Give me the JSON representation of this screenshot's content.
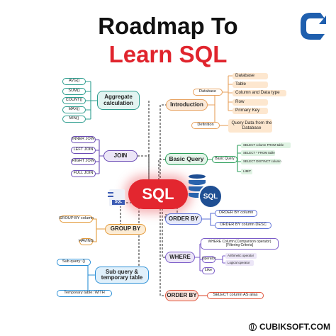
{
  "title": {
    "line1": "Roadmap To",
    "line2": "Learn SQL"
  },
  "center": {
    "label": "SQL",
    "db_icon_label": "SQL",
    "doc_icon_label": "SQL"
  },
  "footer": {
    "text": "CUBIKSOFT.COM"
  },
  "logo": {
    "name": "cubiksoft-logo",
    "color": "#1f5fae"
  },
  "colors": {
    "aggregate": "#2e9e8f",
    "introduction": "#e7a15e",
    "join": "#6a4bb5",
    "basic_query": "#2b9e5a",
    "group_by": "#e39a3a",
    "order_by": "#5b6fd6",
    "where": "#7a5bc8",
    "subquery": "#2b8fd6",
    "order_by_alias": "#e0533a",
    "center": "#e3262f"
  },
  "nodes": {
    "aggregate": {
      "label": "Aggregate calculation",
      "items": [
        "AVG()",
        "SUM()",
        "COUNT()",
        "MAX()",
        "MIN()"
      ]
    },
    "introduction": {
      "label": "Introduction"
    },
    "database": {
      "label": "Database",
      "items": [
        "Database",
        "Table",
        "Column and Data type",
        "Row",
        "Primary Key"
      ]
    },
    "definition": {
      "label": "Definition",
      "detail": "Query Data from the Database"
    },
    "join": {
      "label": "JOIN",
      "items": [
        "INNER JOIN",
        "LEFT JOIN",
        "RIGHT JOIN",
        "FULL JOIN"
      ]
    },
    "basic_query": {
      "label": "Basic Query",
      "sub": "Basic Query",
      "items": [
        "SELECT column FROM table",
        "SELECT * FROM table",
        "SELECT DISTINCT column",
        "LIMIT"
      ]
    },
    "group_by": {
      "label": "GROUP BY",
      "items": [
        "GROUP BY column",
        "HAVING"
      ]
    },
    "order_by": {
      "label": "ORDER BY",
      "items": [
        "ORDER BY column",
        "ORDER BY column DESC"
      ]
    },
    "where": {
      "label": "WHERE",
      "column": "WHERE Column (Comparison operator) [Filtering Criteria]",
      "operator": "Operator",
      "operator_items": [
        "Arithmetic operator",
        "Logical operator"
      ],
      "like": "Like"
    },
    "subquery": {
      "label": "Sub query & temporary table",
      "items": [
        "Sub query: ()",
        "Temporary table: WITH"
      ]
    },
    "order_by_alias": {
      "label": "ORDER BY",
      "detail": "SELECT column AS alias"
    }
  }
}
